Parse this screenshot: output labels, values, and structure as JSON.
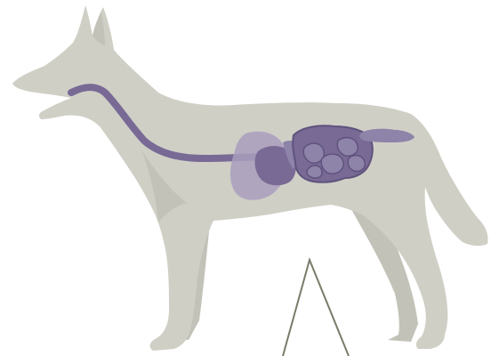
{
  "figure": {
    "subject": "dog-anatomy-digestive-system",
    "parts": [
      {
        "name": "dog-silhouette"
      },
      {
        "name": "esophagus"
      },
      {
        "name": "liver"
      },
      {
        "name": "stomach"
      },
      {
        "name": "small-intestine"
      },
      {
        "name": "large-intestine"
      },
      {
        "name": "pointer-lines"
      }
    ]
  },
  "colors": {
    "background": "#ffffff",
    "body": "#cfcfc6",
    "body_shadow": "#c2c2b9",
    "organ_dark": "#786a95",
    "organ_mid": "#8e83a9",
    "organ_light": "#a99ebd",
    "organ_outline": "#5f527d",
    "pointer": "#7b7b6b"
  }
}
